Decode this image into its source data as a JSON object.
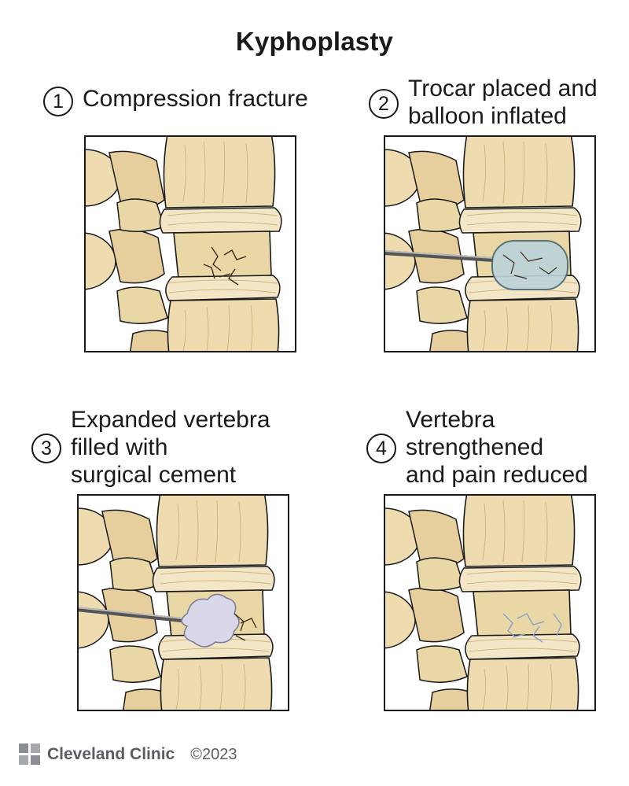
{
  "title": "Kyphoplasty",
  "steps": [
    {
      "number": "1",
      "lines": [
        "Compression fracture"
      ]
    },
    {
      "number": "2",
      "lines": [
        "Trocar placed and",
        "balloon inflated"
      ]
    },
    {
      "number": "3",
      "lines": [
        "Expanded vertebra",
        "filled with",
        "surgical cement"
      ]
    },
    {
      "number": "4",
      "lines": [
        "Vertebra",
        "strengthened",
        "and pain reduced"
      ]
    }
  ],
  "footer": {
    "brand": "Cleveland Clinic",
    "copyright": "©2023"
  },
  "colors": {
    "bone": "#eedcb0",
    "bone_dark": "#c9aa72",
    "outline": "#1a1a1a",
    "balloon": "#bcd3da",
    "cement": "#d8d8e8",
    "crack": "#3a2a1a",
    "healed": "#8aa0c8"
  }
}
